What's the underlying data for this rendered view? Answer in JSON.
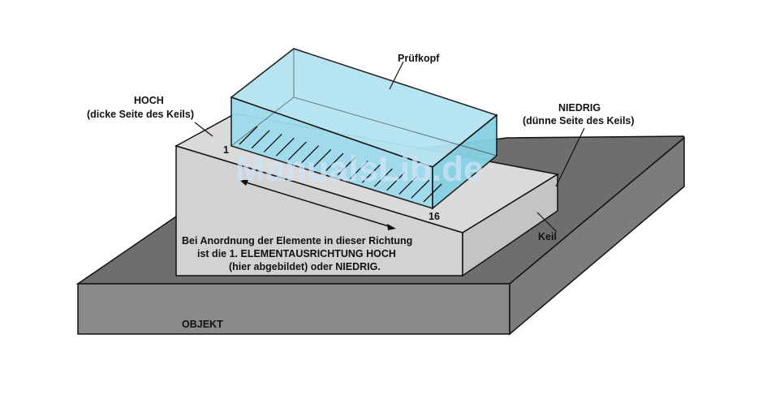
{
  "labels": {
    "probe": "Prüfkopf",
    "high_title": "HOCH",
    "high_sub": "(dicke Seite des Keils)",
    "low_title": "NIEDRIG",
    "low_sub": "(dünne Seite des Keils)",
    "element_first": "1",
    "element_last": "16",
    "wedge": "Keil",
    "object": "OBJEKT",
    "caption_line1": "Bei Anordnung der Elemente in dieser Richtung",
    "caption_line2": "ist die 1. ELEMENTAUSRICHTUNG HOCH",
    "caption_line3": "(hier abgebildet) oder NIEDRIG."
  },
  "watermark": "ManualsLib.de",
  "colors": {
    "object_top": "#6e6e6e",
    "object_front": "#8a8a8a",
    "wedge": "#d2d2d2",
    "probe_fill": "#9fdcec",
    "probe_dark": "#7ccbe0",
    "outline": "#111111"
  }
}
